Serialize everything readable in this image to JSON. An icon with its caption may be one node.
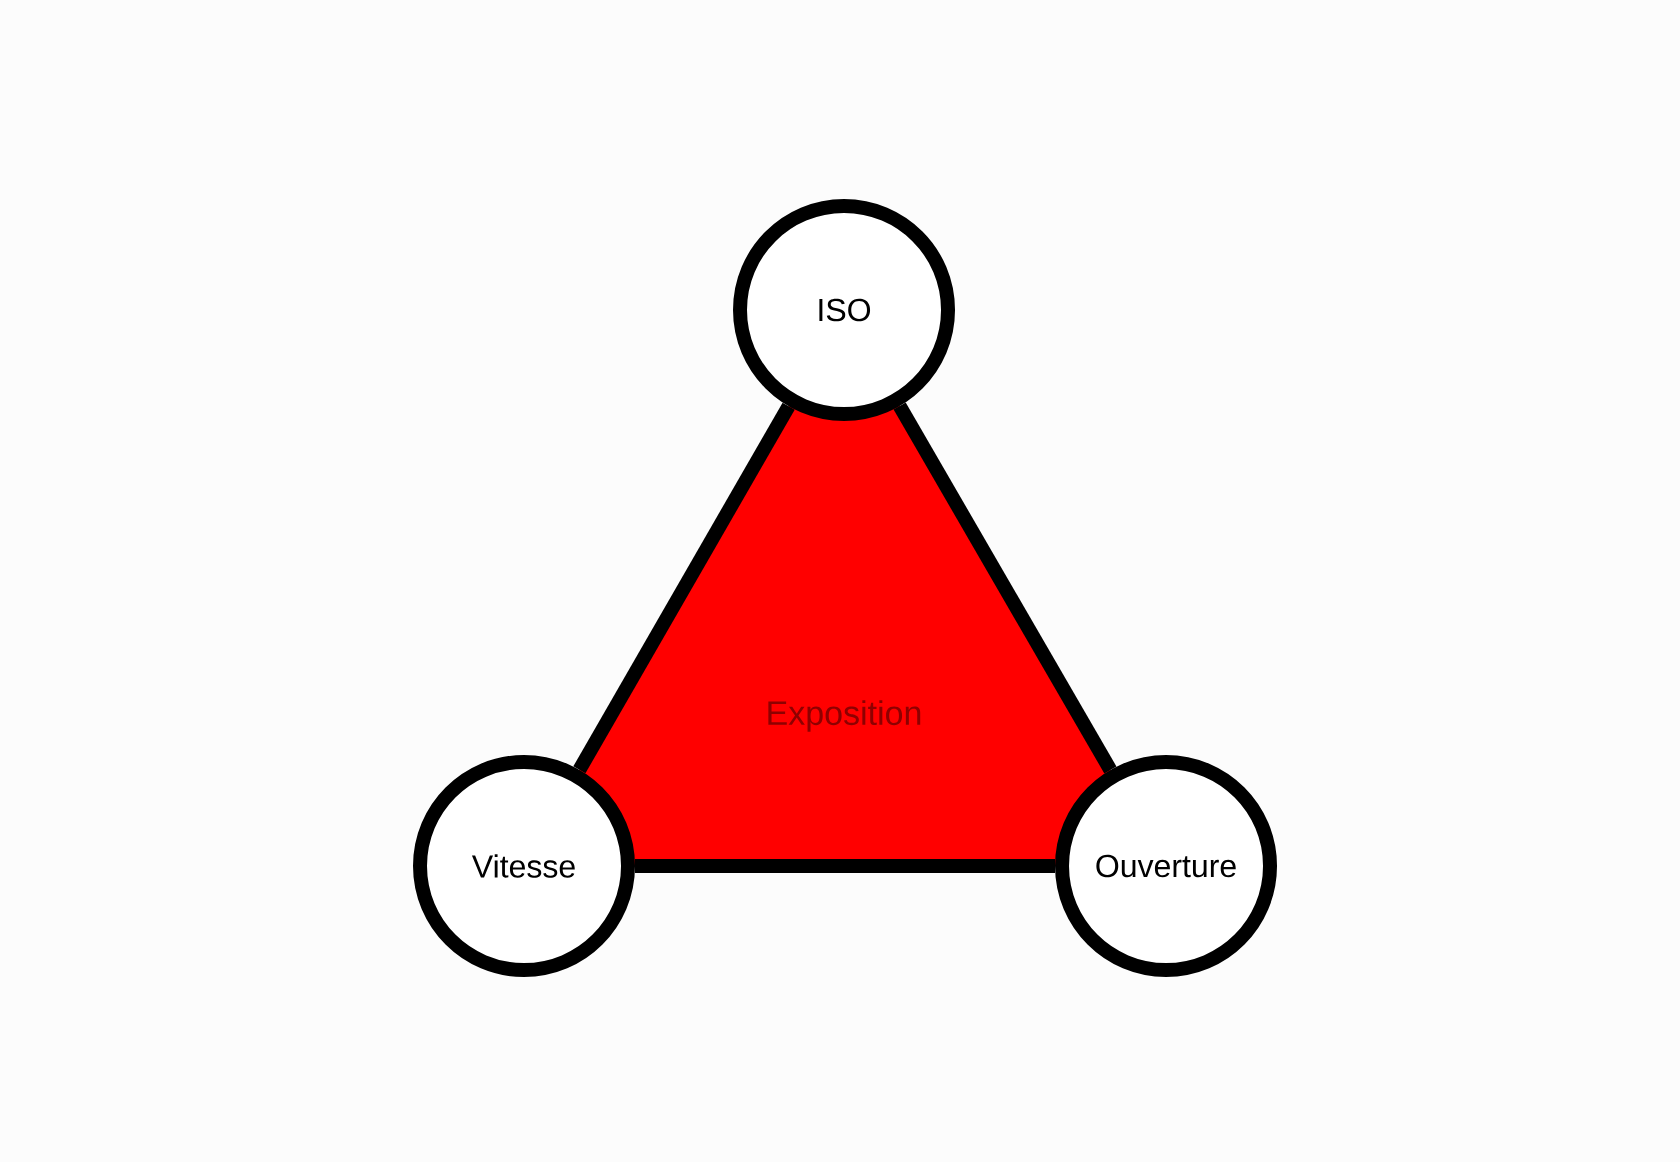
{
  "diagram": {
    "nodes": [
      {
        "text": [
          "Exposition"
        ]
      },
      {
        "text": [
          "ISO"
        ]
      },
      {
        "text": [
          "Vitesse"
        ]
      },
      {
        "text": [
          "Ouverture"
        ]
      }
    ],
    "edges": [
      {
        "from": 1,
        "to": 2,
        "arrow": "none"
      },
      {
        "from": 2,
        "to": 3,
        "arrow": "none"
      },
      {
        "from": 3,
        "to": 1,
        "arrow": "none"
      }
    ]
  }
}
